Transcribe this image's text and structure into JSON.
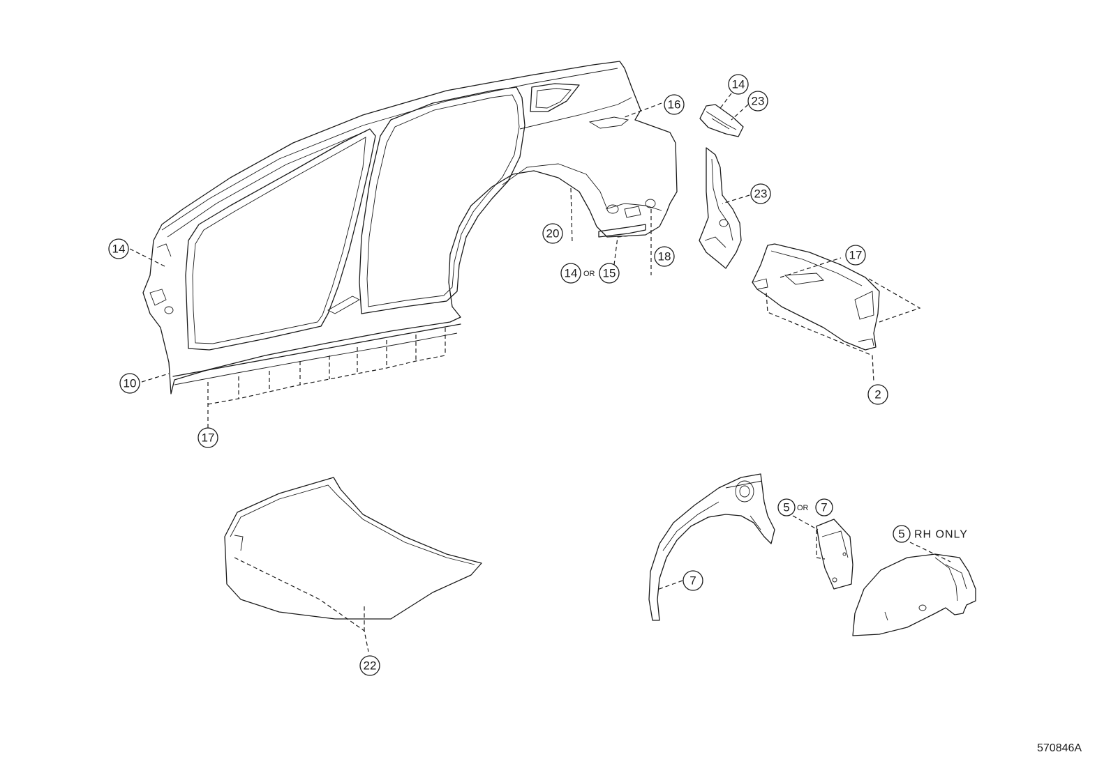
{
  "figure_id": "570846A",
  "callouts": {
    "c14_front": "14",
    "c10": "10",
    "c17_sill": "17",
    "c16": "16",
    "c20": "20",
    "c14_quarter": "14",
    "c15": "15",
    "c18": "18",
    "c14_top": "14",
    "c23_top": "23",
    "c23_pillar": "23",
    "c17_panel": "17",
    "c2": "2",
    "c22": "22",
    "c7_liner": "7",
    "c5_shield": "5",
    "c7_shield": "7",
    "c5_rh": "5"
  },
  "connectors": {
    "or_quarter": "OR",
    "or_shield": "OR"
  },
  "notes": {
    "rh_only": "RH ONLY"
  }
}
